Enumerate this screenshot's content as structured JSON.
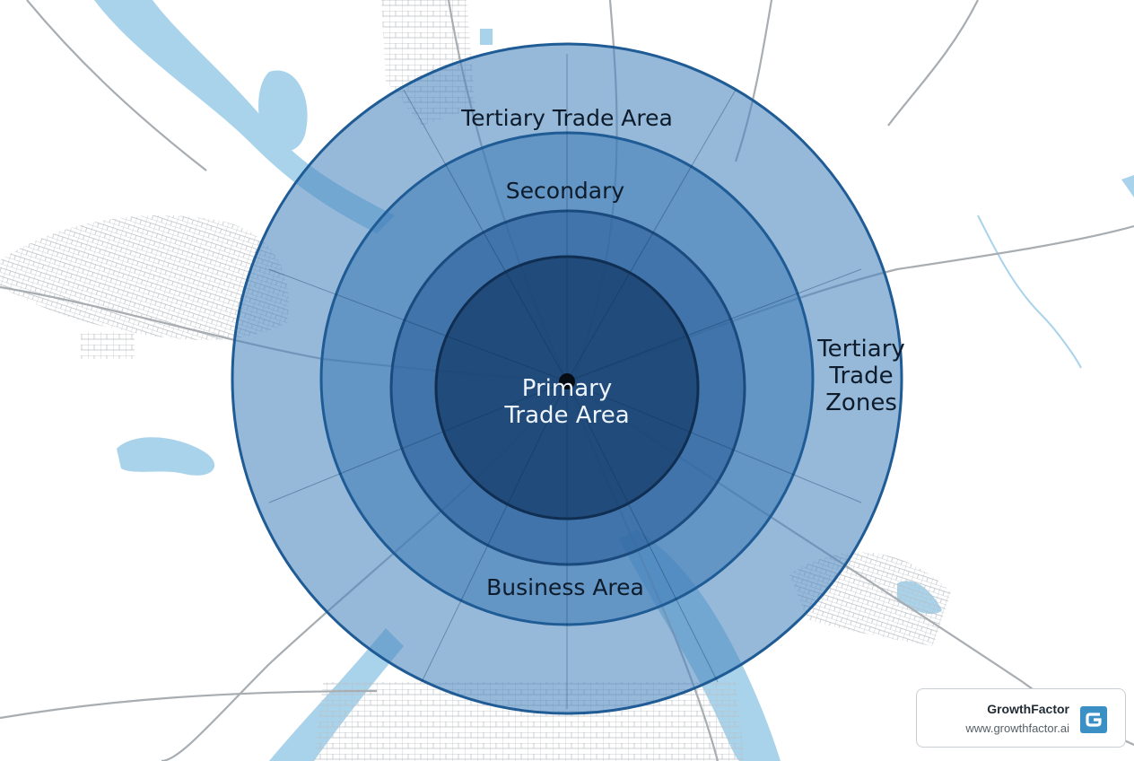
{
  "map": {
    "zones": [
      {
        "id": "tertiary",
        "label": "Tertiary Trade Area"
      },
      {
        "id": "secondary",
        "label": "Secondary"
      },
      {
        "id": "primary",
        "label": "Primary\nTrade Area"
      },
      {
        "id": "business",
        "label": "Business Area"
      },
      {
        "id": "tertiary-zones",
        "label": "Tertiary\nTrade\nZones"
      }
    ],
    "colors": {
      "water": "#a9d3ea",
      "roads": "#a8adb2",
      "ring_outer": "#4a86c0",
      "ring_secondary": "#3b78b4",
      "ring_mid": "#2a5f99",
      "ring_inner": "#163d6b",
      "ring_stroke": "#1f5b94"
    }
  },
  "brand": {
    "name": "GrowthFactor",
    "url": "www.growthfactor.ai",
    "logo_icon": "growthfactor-g-logo",
    "logo_color": "#3a8fc4"
  }
}
